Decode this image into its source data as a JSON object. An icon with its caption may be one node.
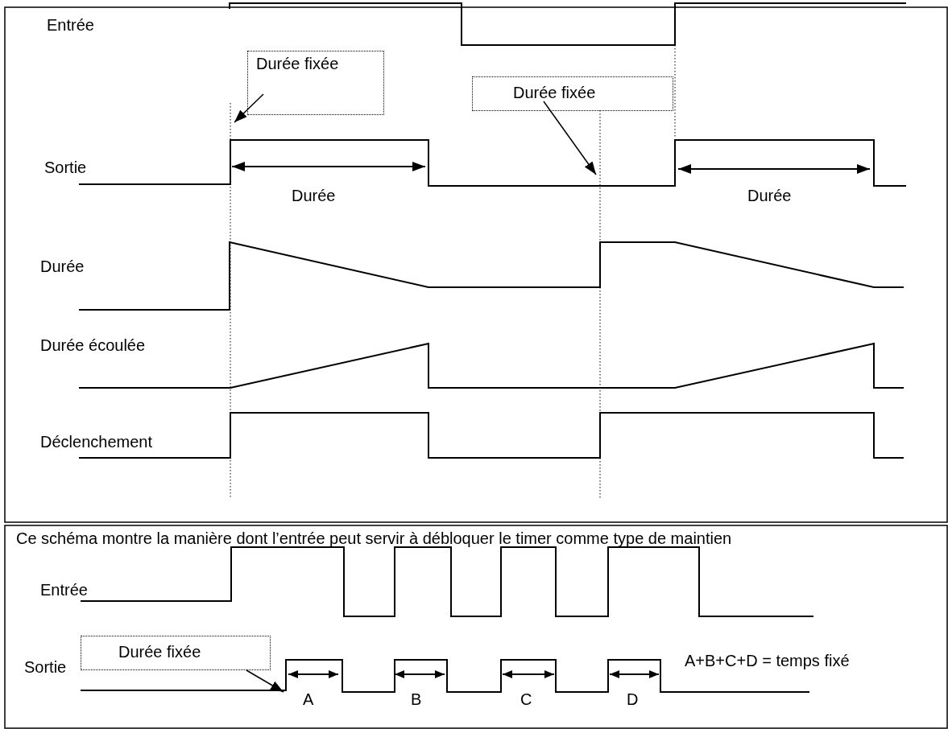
{
  "diagram": {
    "nodes": [
      {
        "text": [
          "Durée fixée"
        ]
      },
      {
        "text": [
          "Durée fixée"
        ]
      },
      {
        "text": [
          "Durée fixée"
        ]
      }
    ],
    "edges": [
      {
        "from": 0,
        "to": null,
        "arrow": "to"
      },
      {
        "from": 1,
        "to": null,
        "arrow": "to"
      },
      {
        "from": 2,
        "to": null,
        "arrow": "to"
      }
    ],
    "labels": [
      "Entrée",
      "Sortie",
      "Durée",
      "Durée",
      "Durée",
      "Durée écoulée",
      "Déclenchement",
      "Ce schéma montre la manière dont l’entrée peut servir à débloquer le timer comme type de maintien",
      "Entrée",
      "Sortie",
      "A",
      "B",
      "C",
      "D",
      "A+B+C+D =  temps fixé"
    ]
  }
}
